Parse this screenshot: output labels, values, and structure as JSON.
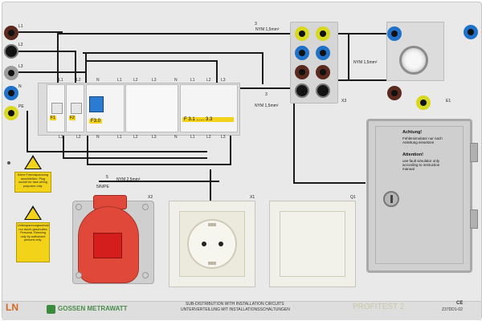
{
  "terminals": {
    "l1": "L1",
    "l2": "L2",
    "l3": "L3",
    "n": "N",
    "pe": "PE"
  },
  "cables": {
    "nym_top": "NYM 1,5mm²",
    "nym_top_count": "3",
    "nym_right": "NYM 1,5mm²",
    "nym_mid": "NYM 1,5mm²",
    "nym_mid_count": "3",
    "nym_cee": "NYM 2,5mm²",
    "nym_cee_count": "5",
    "cee_spec": "5/N/PE"
  },
  "din_labels": {
    "in_l1": "L1",
    "in_l2": "L2",
    "in_n": "N",
    "b3_l1": "L1",
    "b3_l2": "L2",
    "b3_l3": "L3",
    "b4_l1": "L1",
    "b4_l2": "L2",
    "b4_l3": "L3",
    "b4_n": "N",
    "out_l1": "L1",
    "out_l2": "L2",
    "out_n": "N",
    "out_b3_l1": "L1",
    "out_b3_l2": "L2",
    "out_b3_l3": "L3",
    "out_b4_n": "N",
    "out_b4_l1": "L1",
    "out_b4_l2": "L2",
    "out_b4_l3": "L3"
  },
  "fuse_labels": {
    "f1": "F1",
    "f2": "F2",
    "f30": "F3.0",
    "f3x": "F 3.1 ...... 3.3"
  },
  "ids": {
    "x3": "X3",
    "x2": "X2",
    "x1": "X1",
    "q1": "Q1",
    "e1": "E1"
  },
  "warnings": {
    "top": "Keine Fremdspannung anschließen. Plug socket for fase wiring purposes only.",
    "bottom": "Unterspannungsschutz nur durch geschultes Personal. Rewiring only by authorised persons only."
  },
  "door": {
    "title_de": "Achtung!",
    "text_de": "Fehlersimulator nur nach Anleitung einsetzen",
    "title_en": "Attention!",
    "text_en": "use fault simulator only according to instruction manual"
  },
  "footer": {
    "brand": "GOSSEN METRAWATT",
    "title_en": "SUB-DISTRIBUTION WITH INSTALLATION CIRCUITS",
    "title_de": "UNTERVERTEILUNG MIT INSTALLATIONSSCHALTUNGEN",
    "series": "PROFITEST 2",
    "code": "Z37DD1-02",
    "ce": "CE",
    "logo": "LN"
  },
  "colors": {
    "socket_red": "#e03a2c",
    "socket_yellow": "#d7d81f",
    "socket_blue": "#2072c8",
    "socket_brown": "#5a2a1e",
    "socket_black": "#151515",
    "cee_red": "#e0483a"
  }
}
